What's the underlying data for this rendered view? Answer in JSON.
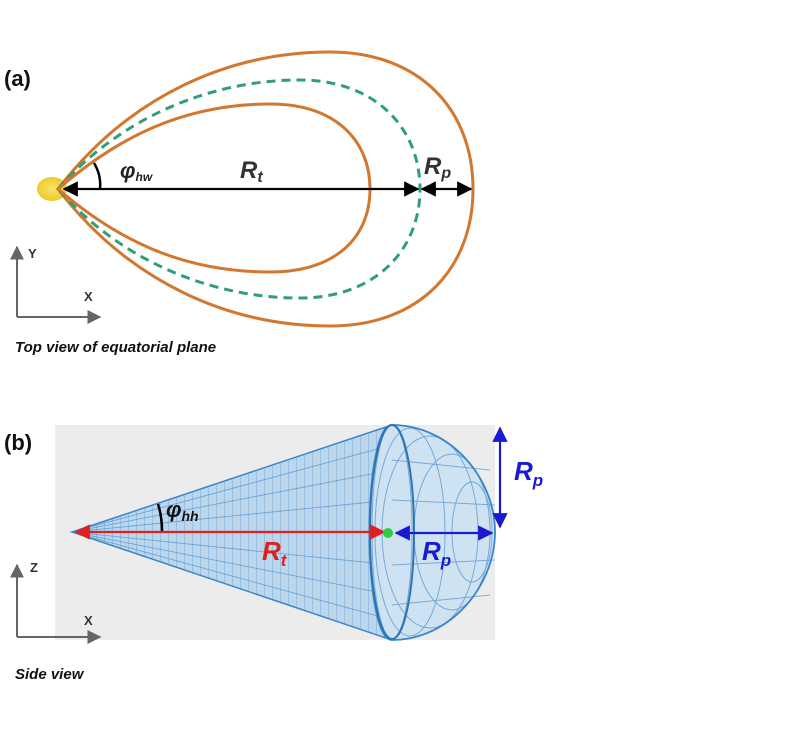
{
  "panel_a": {
    "label": "(a)",
    "caption": "Top view of equatorial plane",
    "phi_symbol": "φ",
    "phi_subscript": "hw",
    "rt_symbol": "R",
    "rt_subscript": "t",
    "rp_symbol": "R",
    "rp_subscript": "p",
    "axis_y": "Y",
    "axis_x": "X",
    "colors": {
      "outline": "#d2772f",
      "dashed": "#2f9e79",
      "source": "#f2d64a",
      "arrow": "#000000"
    }
  },
  "panel_b": {
    "label": "(b)",
    "caption": "Side view",
    "phi_symbol": "φ",
    "phi_subscript": "hh",
    "rt_symbol": "R",
    "rt_subscript": "t",
    "rp_horizontal_symbol": "R",
    "rp_horizontal_subscript": "p",
    "rp_vertical_symbol": "R",
    "rp_vertical_subscript": "p",
    "axis_z": "Z",
    "axis_x": "X",
    "colors": {
      "cone": "#3a86c8",
      "rt_arrow": "#e02020",
      "rp_arrow": "#1a1ad0",
      "center": "#2ecc40",
      "background": "#ececec"
    }
  }
}
